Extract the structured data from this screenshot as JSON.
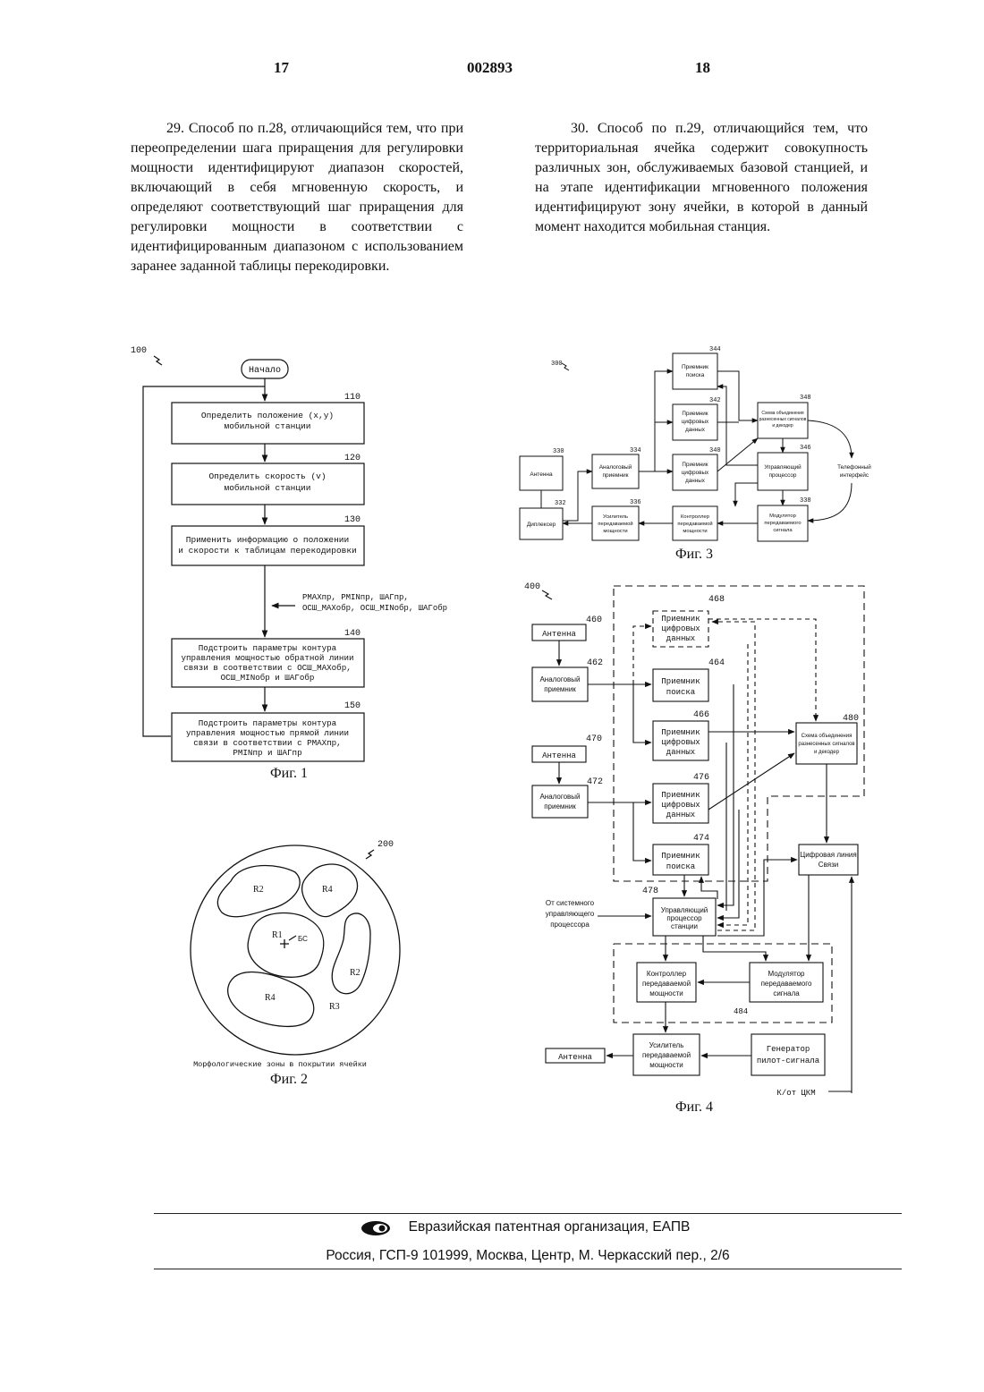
{
  "header": {
    "page_left": "17",
    "patent_number": "002893",
    "page_right": "18"
  },
  "claims": {
    "claim29": "29. Способ по п.28, отличающийся тем, что при переопределении шага приращения для регулировки мощности идентифицируют диапазон скоростей, включающий в себя мгновенную скорость, и определяют соответствующий шаг приращения для регулировки мощности в соответствии с идентифицированным диапазоном с использованием заранее заданной таблицы перекодировки.",
    "claim30": "30. Способ по п.29, отличающийся тем, что территориальная ячейка содержит совокупность различных зон, обслуживаемых базовой станцией, и на этапе идентификации мгновенного положения идентифицируют зону ячейки, в которой в данный момент находится мобильная станция."
  },
  "fig1": {
    "caption": "Фиг. 1",
    "ref": "100",
    "start": "Начало",
    "box110": {
      "num": "110",
      "line1": "Определить положение (x,y)",
      "line2": "мобильной станции"
    },
    "box120": {
      "num": "120",
      "line1": "Определить скорость (v)",
      "line2": "мобильной станции"
    },
    "box130": {
      "num": "130",
      "line1": "Применить информацию о положении",
      "line2": "и скорости к таблицам перекодировки"
    },
    "params_line1": "PMAXпр, PMINпр, ШАГпр,",
    "params_line2": "ОСШ_MAXобр, ОСШ_MINобр, ШАГобр",
    "box140": {
      "num": "140",
      "line1": "Подстроить параметры контура",
      "line2": "управления мощностью обратной линии",
      "line3": "связи в соответствии с ОСШ_MAXобр,",
      "line4": "ОСШ_MINобр и ШАГобр"
    },
    "box150": {
      "num": "150",
      "line1": "Подстроить параметры контура",
      "line2": "управления мощностью прямой линии",
      "line3": "связи в соответствии с PMAXпр,",
      "line4": "PMINпр и ШАГпр"
    }
  },
  "fig2": {
    "caption": "Фиг. 2",
    "ref": "200",
    "zones": [
      "R2",
      "R4",
      "R1",
      "БС",
      "R2",
      "R4",
      "R3"
    ],
    "subtitle": "Морфологические зоны в покрытии ячейки"
  },
  "fig3": {
    "caption": "Фиг. 3",
    "ref": "300",
    "antenna": {
      "num": "330",
      "label": "Антенна"
    },
    "diplexer": {
      "num": "332",
      "label": "Диплексер"
    },
    "analog_rx": {
      "num": "334",
      "line1": "Аналоговый",
      "line2": "приемник"
    },
    "search_rx": {
      "num": "344",
      "line1": "Приемник",
      "line2": "поиска"
    },
    "data_rx1": {
      "num": "342",
      "line1": "Приемник",
      "line2": "цифровых",
      "line3": "данных"
    },
    "data_rx2": {
      "num": "340",
      "line1": "Приемник",
      "line2": "цифровых",
      "line3": "данных"
    },
    "combiner": {
      "num": "348",
      "line1": "Схема объединения",
      "line2": "разнесенных сигналов",
      "line3": "и декодер"
    },
    "control_proc": {
      "num": "346",
      "line1": "Управляющий",
      "line2": "процессор"
    },
    "tel_interface": {
      "line1": "Телефонный",
      "line2": "интерфейс"
    },
    "modulator": {
      "num": "338",
      "line1": "Модулятор",
      "line2": "передаваемого",
      "line3": "сигнала"
    },
    "tx_controller": {
      "line1": "Контроллер",
      "line2": "передаваемой",
      "line3": "мощности"
    },
    "tx_amp": {
      "num": "336",
      "line1": "Усилитель",
      "line2": "передаваемой",
      "line3": "мощности"
    }
  },
  "fig4": {
    "caption": "Фиг. 4",
    "ref": "400",
    "antenna1": {
      "num": "460",
      "label": "Антенна"
    },
    "analog1": {
      "num": "462",
      "line1": "Аналоговый",
      "line2": "приемник"
    },
    "data468": {
      "num": "468",
      "line1": "Приемник",
      "line2": "цифровых",
      "line3": "данных"
    },
    "search464": {
      "num": "464",
      "line1": "Приемник",
      "line2": "поиска"
    },
    "data466": {
      "num": "466",
      "line1": "Приемник",
      "line2": "цифровых",
      "line3": "данных"
    },
    "combiner480": {
      "num": "480",
      "line1": "Схема объединения",
      "line2": "разнесенных сигналов",
      "line3": "и декодер"
    },
    "antenna2": {
      "num": "470",
      "label": "Антенна"
    },
    "analog2": {
      "num": "472",
      "line1": "Аналоговый",
      "line2": "приемник"
    },
    "data476": {
      "num": "476",
      "line1": "Приемник",
      "line2": "цифровых",
      "line3": "данных"
    },
    "search474": {
      "num": "474",
      "line1": "Приемник",
      "line2": "поиска"
    },
    "digital_link": {
      "line1": "Цифровая линия",
      "line2": "Связи"
    },
    "proc478": {
      "num": "478",
      "line1": "Управляющий",
      "line2": "процессор",
      "line3": "станции"
    },
    "from_sys": {
      "line1": "От системного",
      "line2": "управляющего",
      "line3": "процессора"
    },
    "tx_ctrl": {
      "line1": "Контроллер",
      "line2": "передаваемой",
      "line3": "мощности"
    },
    "modulator": {
      "num": "484",
      "line1": "Модулятор",
      "line2": "передаваемого",
      "line3": "сигнала"
    },
    "antenna_out": {
      "label": "Антенна"
    },
    "amplifier": {
      "line1": "Усилитель",
      "line2": "передаваемой",
      "line3": "мощности"
    },
    "pilot": {
      "line1": "Генератор",
      "line2": "пилот-сигнала"
    },
    "to_ckm": "К/от ЦКМ"
  },
  "footer": {
    "org": "Евразийская патентная организация, ЕАПВ",
    "address": "Россия, ГСП-9 101999, Москва, Центр, М. Черкасский пер., 2/6"
  }
}
